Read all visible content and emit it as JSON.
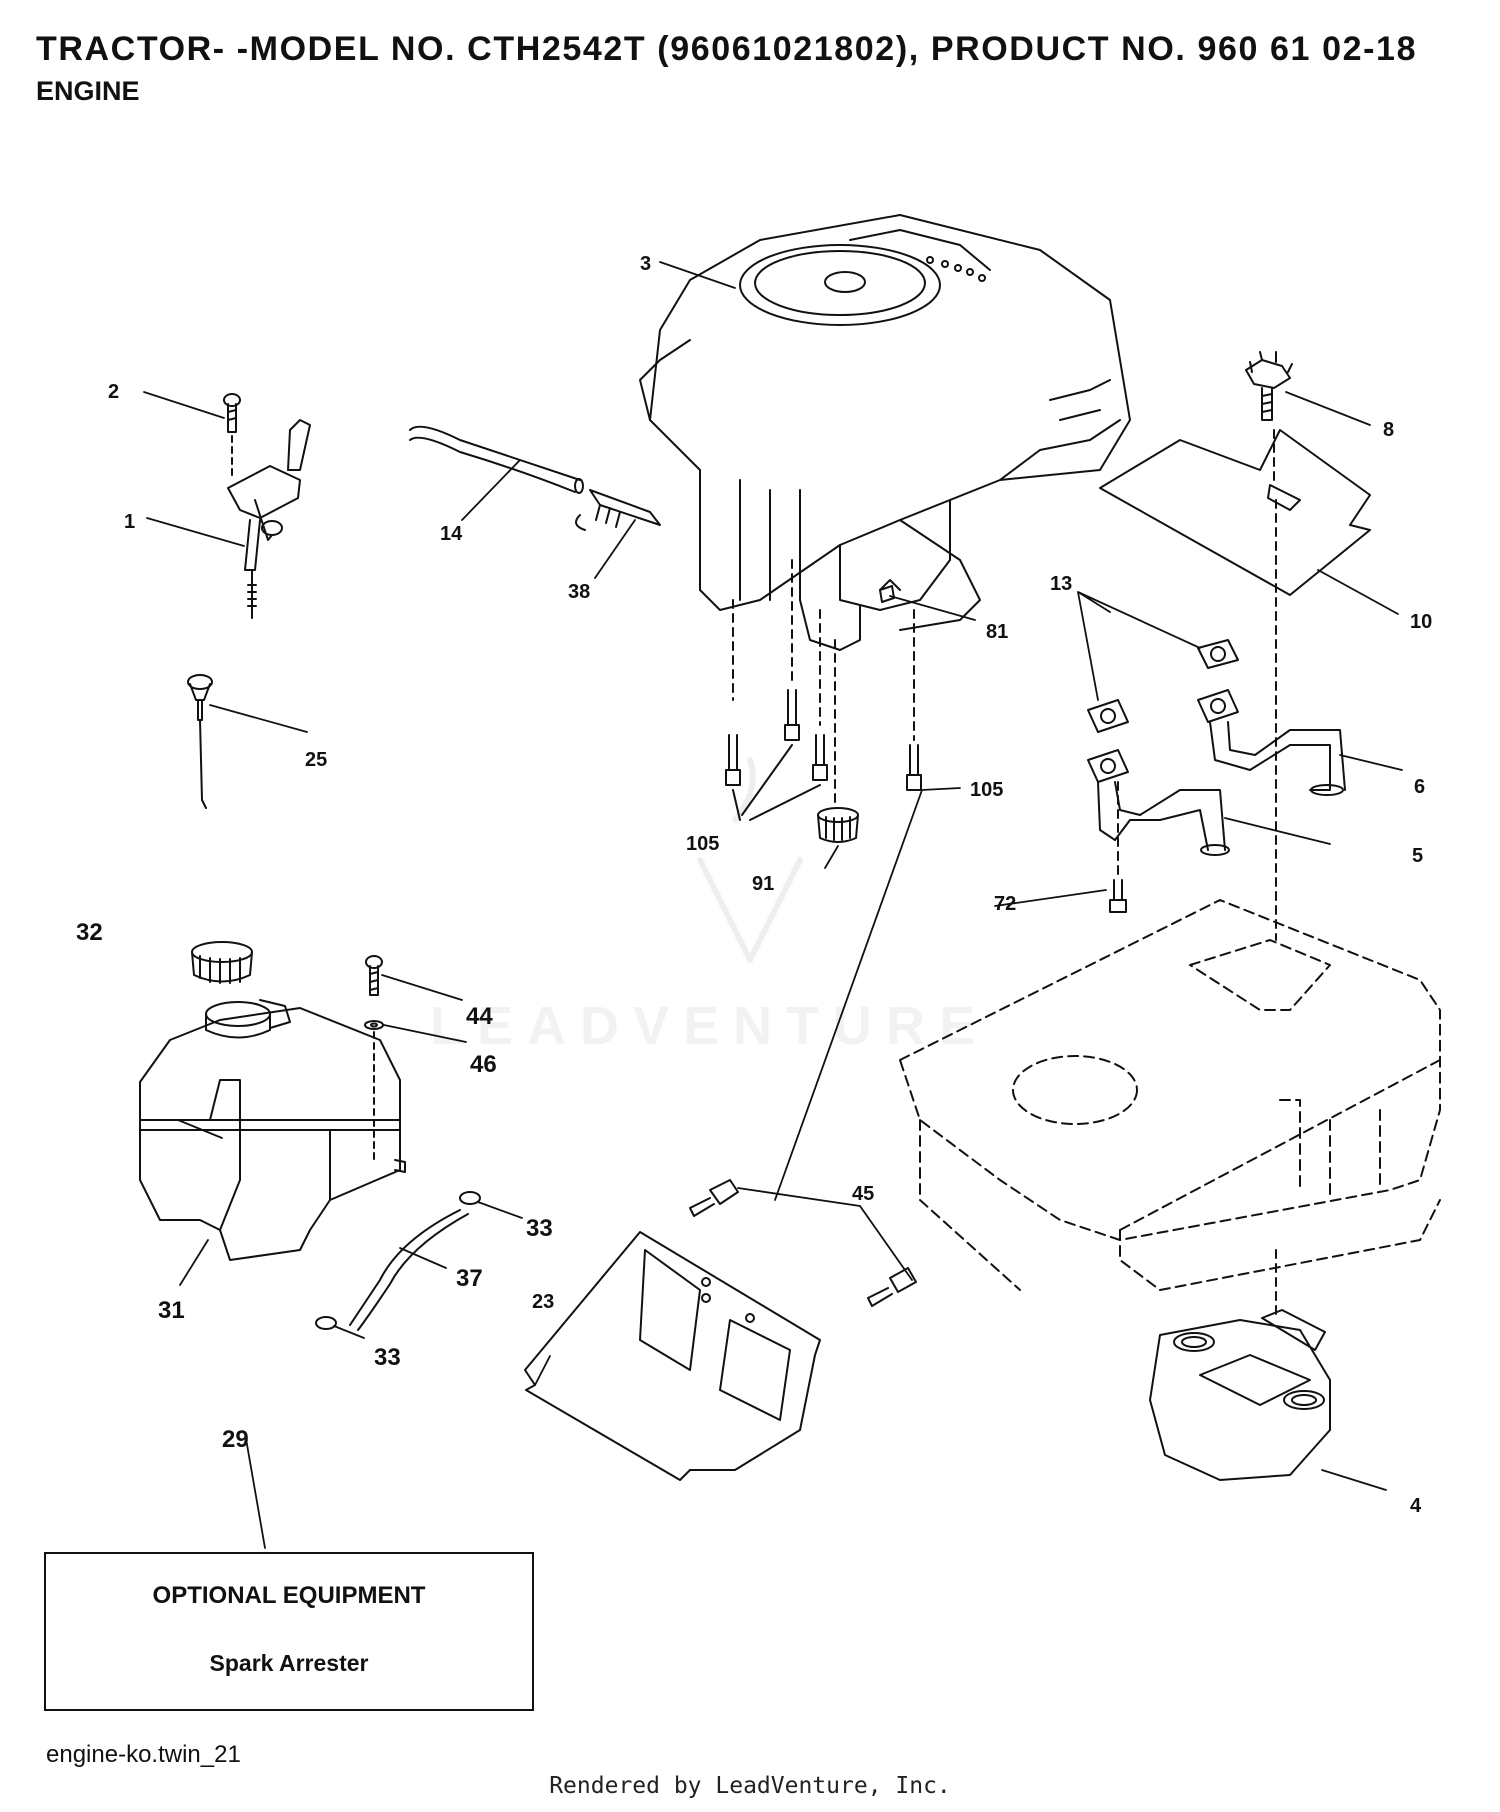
{
  "header": {
    "title": "TRACTOR- -MODEL NO. CTH2542T (96061021802), PRODUCT NO. 960 61 02-18",
    "subtitle": "ENGINE"
  },
  "callouts": {
    "c1": "1",
    "c2": "2",
    "c3": "3",
    "c4": "4",
    "c5": "5",
    "c6": "6",
    "c8": "8",
    "c10": "10",
    "c13": "13",
    "c14": "14",
    "c23": "23",
    "c25": "25",
    "c29": "29",
    "c31": "31",
    "c32": "32",
    "c33a": "33",
    "c33b": "33",
    "c37": "37",
    "c38": "38",
    "c44": "44",
    "c45": "45",
    "c46": "46",
    "c72": "72",
    "c81": "81",
    "c91": "91",
    "c105a": "105",
    "c105b": "105"
  },
  "optional": {
    "title": "OPTIONAL EQUIPMENT",
    "item": "Spark Arrester"
  },
  "footer": {
    "filename": "engine-ko.twin_21",
    "rendered_by": "Rendered by LeadVenture, Inc."
  },
  "watermark": {
    "text": "LEADVENTURE"
  }
}
